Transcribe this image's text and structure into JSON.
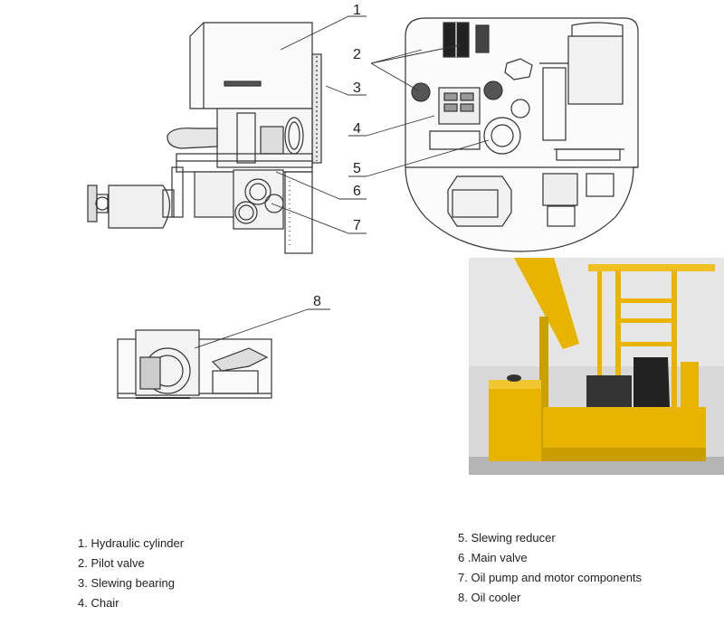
{
  "callouts": [
    "1",
    "2",
    "3",
    "4",
    "5",
    "6",
    "7",
    "8"
  ],
  "legend_left": [
    "1. Hydraulic cylinder",
    "2. Pilot valve",
    "3. Slewing bearing",
    "4. Chair"
  ],
  "legend_right": [
    "5. Slewing reducer",
    "6 .Main valve",
    "7. Oil pump and motor components",
    "8. Oil cooler"
  ]
}
